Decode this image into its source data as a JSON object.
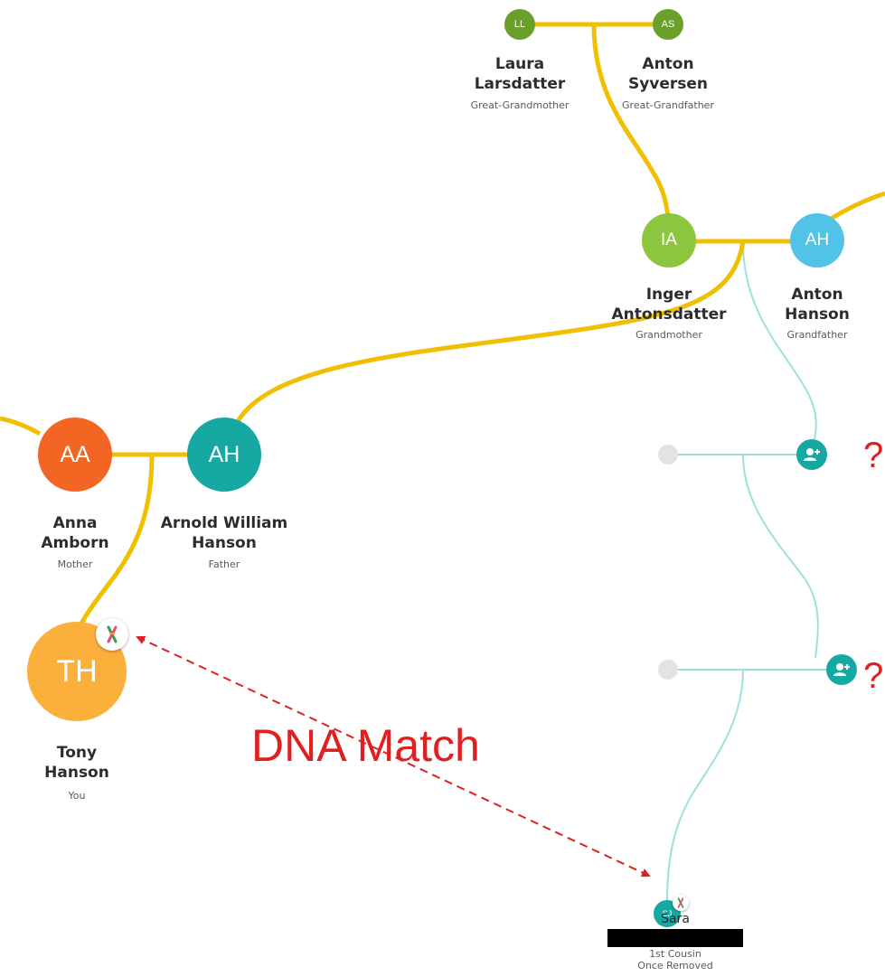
{
  "colors": {
    "line_main": "#f0c000",
    "line_branch": "#9fe0dd",
    "arrow": "#e02020",
    "question": "#e02020",
    "placeholder": "#e3e3e6"
  },
  "people": [
    {
      "id": "ll",
      "initials": "LL",
      "first": "Laura",
      "last": "Larsdatter",
      "relation": "Great-Grandmother",
      "color": "#6aa02a"
    },
    {
      "id": "as",
      "initials": "AS",
      "first": "Anton",
      "last": "Syversen",
      "relation": "Great-Grandfather",
      "color": "#6aa02a"
    },
    {
      "id": "ia",
      "initials": "IA",
      "first": "Inger",
      "last": "Antonsdatter",
      "relation": "Grandmother",
      "color": "#8cc63f"
    },
    {
      "id": "ah1",
      "initials": "AH",
      "first": "Anton",
      "last": "Hanson",
      "relation": "Grandfather",
      "color": "#52c3e8"
    },
    {
      "id": "aa",
      "initials": "AA",
      "first": "Anna",
      "last": "Amborn",
      "relation": "Mother",
      "color": "#f26522"
    },
    {
      "id": "ah2",
      "initials": "AH",
      "first": "Arnold William",
      "last": "Hanson",
      "relation": "Father",
      "color": "#16a9a3"
    },
    {
      "id": "th",
      "initials": "TH",
      "first": "Tony",
      "last": "Hanson",
      "relation": "You",
      "color": "#fbb03b"
    },
    {
      "id": "sj",
      "initials": "SJ",
      "first": "Sara",
      "last": "",
      "relation_line1": "1st Cousin",
      "relation_line2": "Once Removed",
      "color": "#16a9a3"
    }
  ],
  "unknown_markers": [
    "?",
    "?"
  ],
  "annotation": {
    "label": "DNA Match"
  },
  "icons": {
    "add_person": "add-person-icon",
    "dna": "dna-icon"
  }
}
